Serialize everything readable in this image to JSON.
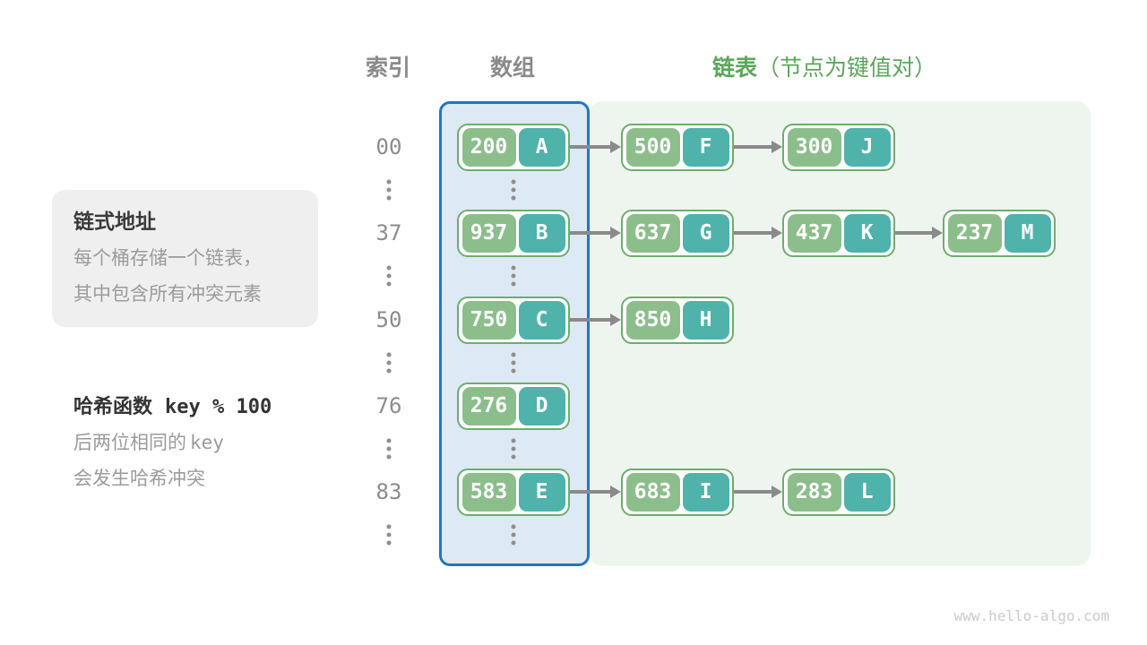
{
  "headers": {
    "index": "索引",
    "array": "数组",
    "list_title": "链表",
    "list_note": "（节点为键值对）"
  },
  "annotations": {
    "chaining": {
      "title": "链式地址",
      "lines": [
        "每个桶存储一个链表，",
        "其中包含所有冲突元素"
      ]
    },
    "hash": {
      "title": "哈希函数",
      "code": "key % 100",
      "line2_text": "后两位相同的",
      "line2_code": "key",
      "line3": "会发生哈希冲突"
    }
  },
  "rows": [
    {
      "index": "00",
      "bucket": {
        "key": "200",
        "value": "A"
      },
      "chain": [
        {
          "key": "500",
          "value": "F"
        },
        {
          "key": "300",
          "value": "J"
        }
      ]
    },
    {
      "index": "37",
      "bucket": {
        "key": "937",
        "value": "B"
      },
      "chain": [
        {
          "key": "637",
          "value": "G"
        },
        {
          "key": "437",
          "value": "K"
        },
        {
          "key": "237",
          "value": "M"
        }
      ]
    },
    {
      "index": "50",
      "bucket": {
        "key": "750",
        "value": "C"
      },
      "chain": [
        {
          "key": "850",
          "value": "H"
        }
      ]
    },
    {
      "index": "76",
      "bucket": {
        "key": "276",
        "value": "D"
      },
      "chain": []
    },
    {
      "index": "83",
      "bucket": {
        "key": "583",
        "value": "E"
      },
      "chain": [
        {
          "key": "683",
          "value": "I"
        },
        {
          "key": "283",
          "value": "L"
        }
      ]
    }
  ],
  "watermark": "www.hello-algo.com",
  "colors": {
    "zone_green": "#EEF5EE",
    "array_bg": "#DDE9F5",
    "array_border": "#2176C4",
    "node_border": "#6CAE6C",
    "key_fill": "#8CBE8C",
    "value_fill": "#4FB3AB",
    "arrow_gray": "#8A8A8A",
    "heading_green": "#5BA75B",
    "index_gray": "#8C8C8C"
  }
}
